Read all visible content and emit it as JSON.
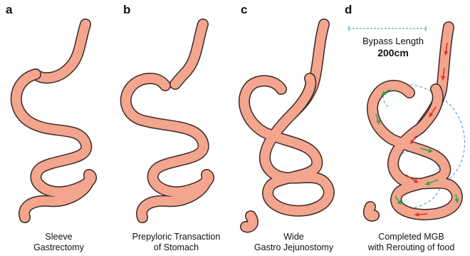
{
  "panels": [
    {
      "letter": "a",
      "caption_line1": "Sleeve",
      "caption_line2": "Gastrectomy"
    },
    {
      "letter": "b",
      "caption_line1": "Prepyloric Transaction",
      "caption_line2": "of Stomach"
    },
    {
      "letter": "c",
      "caption_line1": "Wide",
      "caption_line2": "Gastro Jejunostomy"
    },
    {
      "letter": "d",
      "caption_line1": "Completed MGB",
      "caption_line2": "with Rerouting of food"
    }
  ],
  "bypass": {
    "label": "Bypass Length",
    "length": "200cm"
  },
  "colors": {
    "organ_fill": "#f4a58e",
    "organ_outline": "#3a2a25",
    "arrow_red": "#e0352b",
    "arrow_green": "#2aa84a",
    "dashed_blue": "#5aa9d6"
  }
}
